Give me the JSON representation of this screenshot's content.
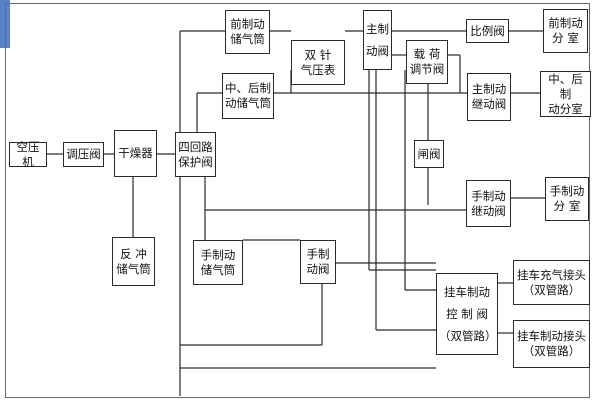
{
  "diagram": {
    "nodes": {
      "air_compressor": "空压机",
      "pressure_regulator": "调压阀",
      "dryer": "干燥器",
      "four_circuit_valve": "四回路\n保护阀",
      "reverse_reservoir": "反  冲\n储气筒",
      "front_brake_reservoir": "前制动\n储气筒",
      "mid_rear_brake_reservoir": "中、后制\n动储气筒",
      "hand_brake_reservoir": "手制动\n储气筒",
      "dual_needle_gauge": "双  针\n气压表",
      "main_brake_valve": "主制\n动阀",
      "hand_brake_valve": "手制\n动阀",
      "load_regulating_valve": "载  荷\n调节阀",
      "gate_valve": "闸阀",
      "proportional_valve": "比例阀",
      "main_brake_relay_valve": "主制动\n继动阀",
      "hand_brake_relay_valve": "手制动\n继动阀",
      "front_brake_chamber": "前制动\n分  室",
      "mid_rear_brake_chamber": "中、后制\n动分室",
      "hand_brake_chamber": "手制动\n分  室",
      "trailer_control_valve": "挂车制动\n控 制 阀\n（双管路）",
      "trailer_inflation_coupling": "挂车充气接头\n（双管路）",
      "trailer_brake_coupling": "挂车制动接头\n（双管路）"
    }
  }
}
